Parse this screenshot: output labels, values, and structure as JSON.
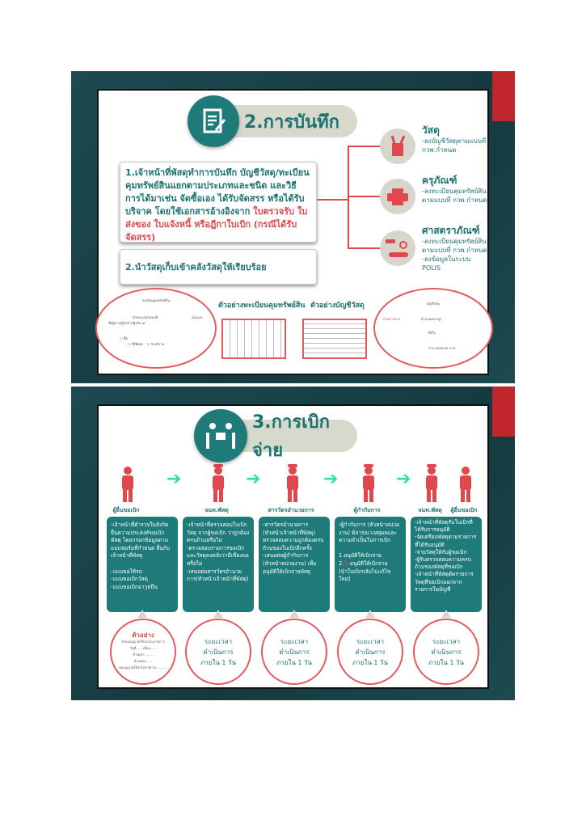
{
  "slide1": {
    "title": "2.การบันทึก",
    "box1_main": "1.เจ้าหน้าที่พัสดุทำการบันทึก บัญชีวัสดุ/ทะเบียนคุมทรัพย์สินแยกตามประเภทและชนิด และวิธีการได้มาเช่น จัดซื้อเอง ได้รับจัดสรร หรือได้รับบริจาค โดยใช้เอกสารอ้างอิงจาก ",
    "box1_red": "ใบตรวจรับ ใบส่งของ ใบแจ้งหนี้ หรือฎีกาใบเบิก (กรณีได้รับจัดสรร)",
    "box2": "2.นำวัสดุเก็บเข้าคลังวัสดุให้เรียบร้อย",
    "categories": [
      {
        "title": "วัสดุ",
        "desc": "-ลงบัญชีวัสดุตามแบบที่ กวพ.กำหนด",
        "icon": "pencil-cup-icon"
      },
      {
        "title": "ครุภัณฑ์",
        "desc": "-ลงทะเบียนคุมทรัพย์สินตามแบบที่ กวพ.กำหนด",
        "icon": "printer-icon"
      },
      {
        "title": "ศาสตราภัณฑ์",
        "desc": "-ลงทะเบียนคุมทรัพย์สินตามแบบที่ กวพ.กำหนด\n-ลงข้อมูลในระบบ POLIS",
        "icon": "gun-vehicle-icon"
      }
    ],
    "caption_left": "ตัวอย่างทะเบียนคุมทรัพย์สิน",
    "caption_right": "ตัวอย่างบัญชีวัสดุ",
    "zoom_left": {
      "title": "ทะเบียนคุมทรัพย์สิน",
      "line1": "ลักษณะ/คุณสมบัติ",
      "line2": "รุ่น/แบบ",
      "line3": "ชื่อผู้ขาย/ผู้รับจ้าง/ผู้บริจาค",
      "opt1": "ซื้อ",
      "opt2": "วิธีพิเศษ",
      "opt3": "รับบริจาค"
    },
    "zoom_right": {
      "title": "บัญชีวัสดุ",
      "f1": "ส่วนราชการ",
      "f2": "จำนวนอย่างสูง",
      "f3": "ที่เก็บ",
      "f4": "ราคาต่อหน่วย",
      "f5": "บาท"
    }
  },
  "slide2": {
    "title": "3.การเบิกจ่าย",
    "actors": [
      "ผู้ยื่นขอเบิก",
      "จนท.พัสดุ",
      "สารวัตรอำนวยการ",
      "ผู้กำกับการ",
      "จนท.พัสดุ",
      "ผู้ยื่นขอเบิก"
    ],
    "steps": [
      "-เจ้าหน้าที่ตำรวจในสังกัด ยื่นความประสงค์ขอเบิก พัสดุ โดยกรอกข้อมูลตามแบบฟอร์มที่กำหนด ยื่นกับเจ้าหน้าที่พัสดุ\n\n-แบบขอใช้รถ\n-แบบขอเบิกวัสดุ\n-แบบขอเบิกอาวุธปืน",
      "-เจ้าหน้าที่ตรวจสอบใบเบิกวัสดุ จากผู้ขอเบิก ว่าถูกต้องครบถ้วนหรือไม่\n-ตรวจสอบรายการขอเบิก และวัสดุคงคลังว่ามีเพียงพอหรือไม่\n-เสนอต่อสารวัตรอำนวยการ(หัวหน้าเจ้าหน้าที่พัสดุ)",
      "-สารวัตรอำนวยการ (หัวหน้าเจ้าหน้าที่พัสดุ) ตรวจสอบความถูกต้องครบถ้วนของใบเบิกอีกครั้ง\n-เสนอต่อผู้กำกับการ (หัวหน้าหน่วยงาน) เพื่ออนุมัติให้เบิกจ่ายพัสดุ",
      "-ผู้กำกับการ (หัวหน้าหน่วยงาน) พิจารณาเหตุผลและความจำเป็นในการเบิก\n\n 1.อนุมัติให้เบิกจ่าย",
      "-เจ้าหน้าที่พัสดุรับใบเบิกที่ได้รับการอนุมัติ\n-จัดเตรียมพัสดุตามรายการที่ได้รับอนุมัติ\n-จ่ายวัสดุให้กับผู้ขอเบิก\n-ผู้รับตรวจสอบความครบถ้วนของพัสดุที่ขอเบิก\n-เจ้าหน้าที่พัสดุตัดรายการวัสดุที่ขอเบิกออกจากรายการในบัญชี"
    ],
    "step4_extra_num": " 2.",
    "step4_extra_red": "ไม่",
    "step4_extra_rest": "อนุมัติให้เบิกจ่าย\n(นำใบเบิกกลับไปแก้ไขใหม่)",
    "example": {
      "title": "ตัวอย่าง",
      "sub": "ใบขออนุญาตใช้รถส่วนราชการ",
      "l1": "วันที่.......เดือน......",
      "l2": "ข้าพเจ้า.........",
      "l3": "ตำแหน่ง......",
      "l4": "ขออนุญาตใช้รถไปราชการ..........."
    },
    "duration": "ระยะเวลา\nดำเนินการ\nภายใน 1 วัน"
  },
  "colors": {
    "teal": "#1f7b7a",
    "red": "#e0484d",
    "bg": "#1d4a52"
  }
}
